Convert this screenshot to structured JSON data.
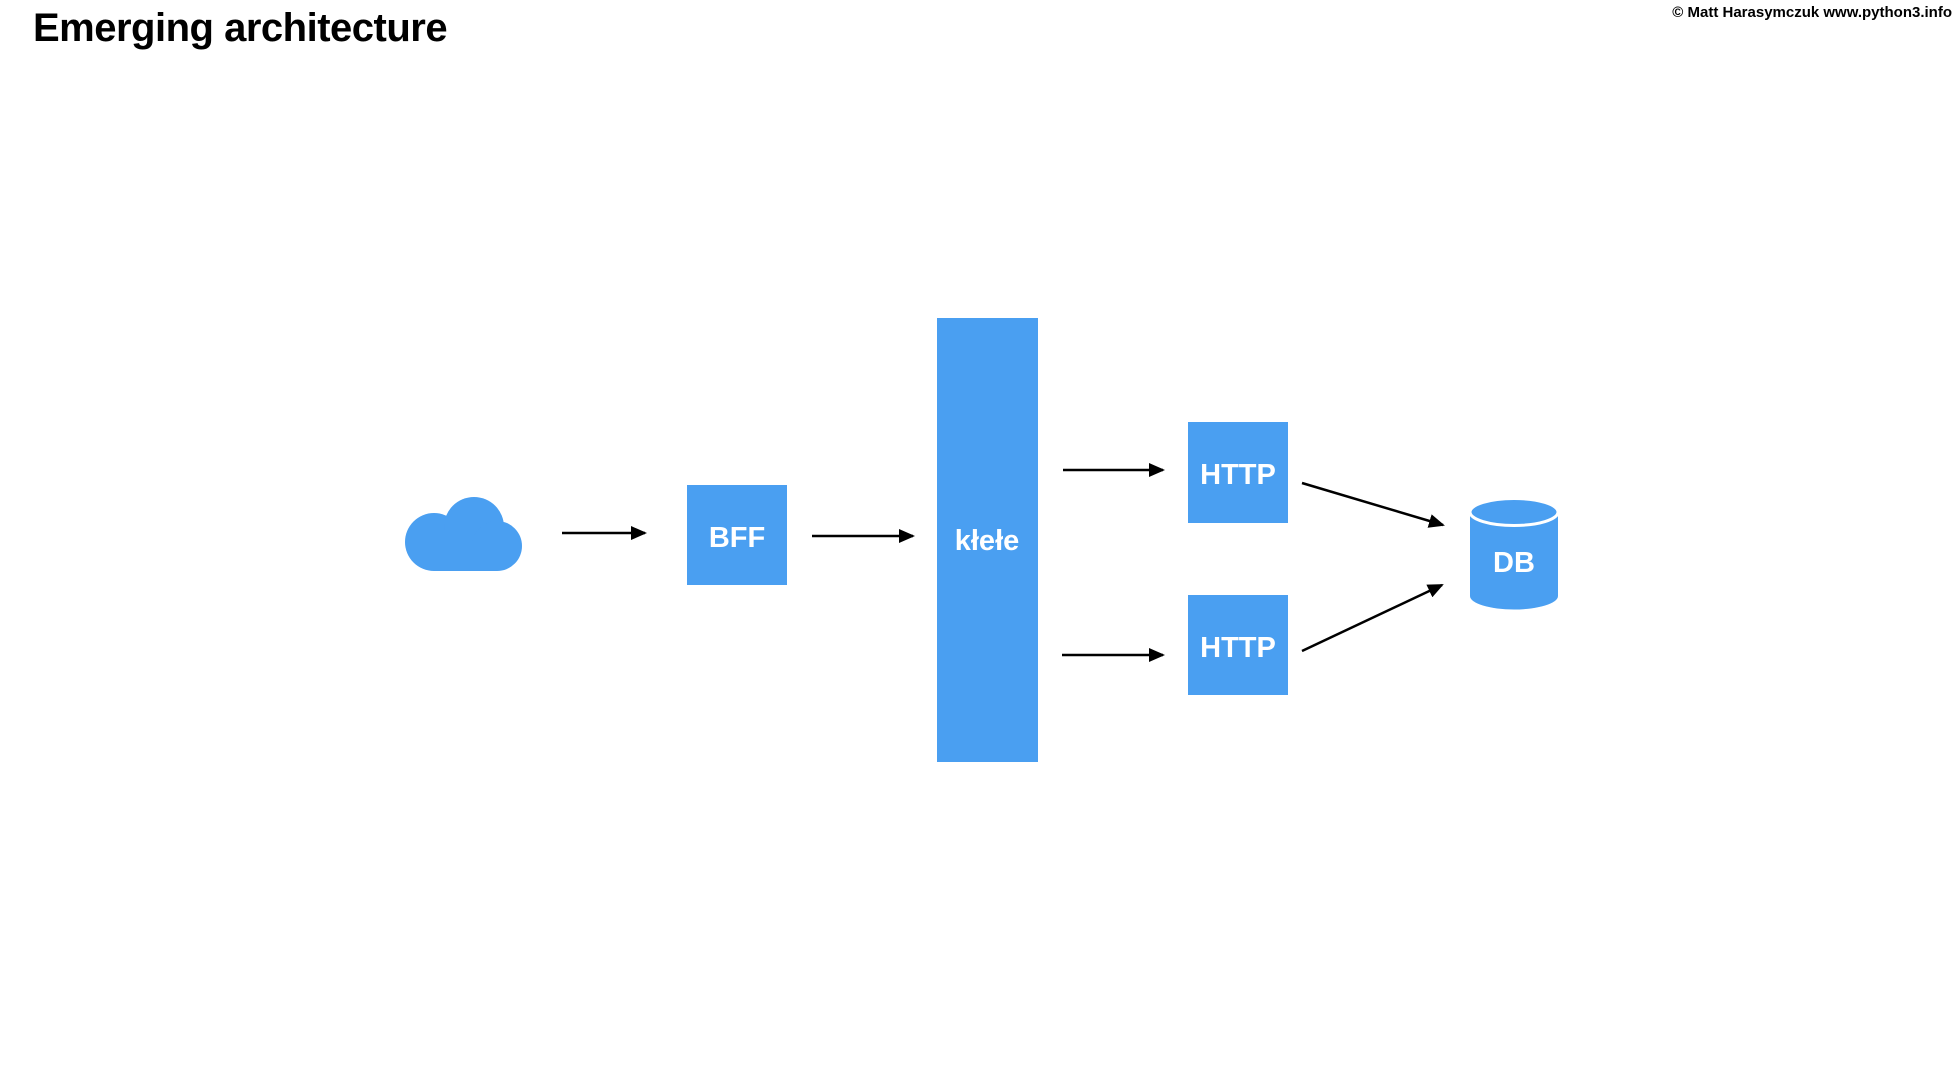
{
  "page": {
    "title": "Emerging architecture",
    "copyright": "© Matt Harasymczuk www.python3.info",
    "background": "#ffffff"
  },
  "diagram": {
    "accent_color": "#4a9ff1",
    "arrow_color": "#000000",
    "label_color": "#ffffff",
    "nodes": {
      "cloud": {
        "type": "cloud",
        "label": ""
      },
      "bff": {
        "type": "box",
        "label": "BFF"
      },
      "klele": {
        "type": "tall-box",
        "label": "kłełe"
      },
      "http_top": {
        "type": "box",
        "label": "HTTP"
      },
      "http_bottom": {
        "type": "box",
        "label": "HTTP"
      },
      "db": {
        "type": "cylinder",
        "label": "DB"
      }
    },
    "edges": [
      {
        "from": "cloud",
        "to": "bff"
      },
      {
        "from": "bff",
        "to": "klele"
      },
      {
        "from": "klele",
        "to": "http_top"
      },
      {
        "from": "klele",
        "to": "http_bottom"
      },
      {
        "from": "http_top",
        "to": "db"
      },
      {
        "from": "http_bottom",
        "to": "db"
      }
    ]
  }
}
